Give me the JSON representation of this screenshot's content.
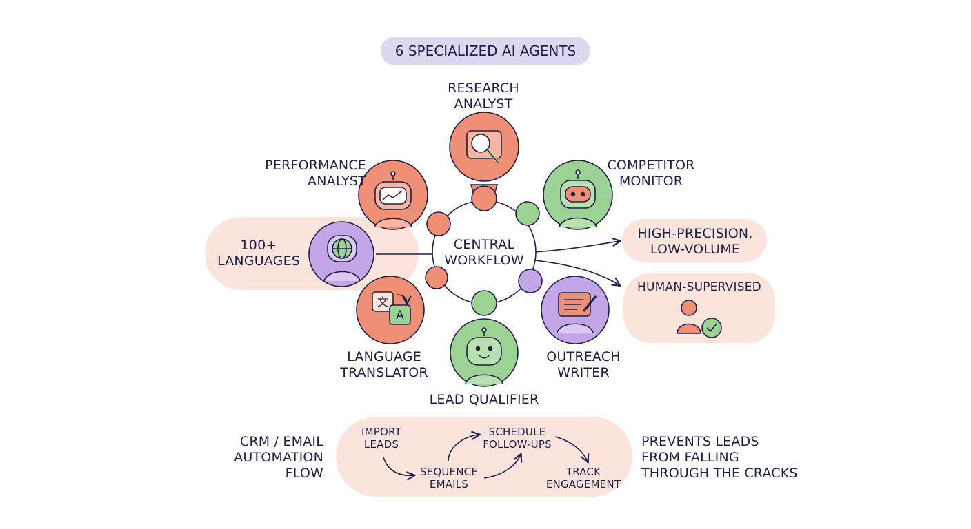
{
  "title": "6 SPECIALIZED AI AGENTS",
  "center": {
    "line1": "CENTRAL",
    "line2": "WORKFLOW"
  },
  "agents": {
    "research": {
      "line1": "RESEARCH",
      "line2": "ANALYST",
      "icon": "magnifier-icon",
      "color": "#ef8f75"
    },
    "competitor": {
      "line1": "COMPETITOR",
      "line2": "MONITOR",
      "icon": "robot-icon",
      "color": "#9dd295"
    },
    "performance": {
      "line1": "PERFORMANCE",
      "line2": "ANALYST",
      "icon": "trend-robot-icon",
      "color": "#ef8f75"
    },
    "language": {
      "line1": "LANGUAGE",
      "line2": "TRANSLATOR",
      "icon": "translate-icon",
      "color": "#ef8f75"
    },
    "lead": {
      "line1": "LEAD QUALIFIER",
      "icon": "smile-robot-icon",
      "color": "#9dd295"
    },
    "outreach": {
      "line1": "OUTREACH",
      "line2": "WRITER",
      "icon": "writing-icon",
      "color": "#c3a6e8"
    }
  },
  "languages_box": {
    "line1": "100+",
    "line2": "LANGUAGES",
    "icon": "globe-icon"
  },
  "outputs": {
    "precision": {
      "line1": "HIGH-PRECISION,",
      "line2": "LOW-VOLUME"
    },
    "supervised": {
      "line1": "HUMAN-SUPERVISED",
      "icon": "person-check-icon"
    }
  },
  "crm": {
    "label": {
      "line1": "CRM / EMAIL",
      "line2": "AUTOMATION",
      "line3": "FLOW"
    },
    "steps": {
      "import": {
        "line1": "IMPORT",
        "line2": "LEADS"
      },
      "sequence": {
        "line1": "SEQUENCE",
        "line2": "EMAILS"
      },
      "schedule": {
        "line1": "SCHEDULE",
        "line2": "FOLLOW-UPS"
      },
      "track": {
        "line1": "TRACK",
        "line2": "ENGAGEMENT"
      }
    },
    "note": {
      "line1": "PREVENTS LEADS",
      "line2": "FROM FALLING",
      "line3": "THROUGH THE CRACKS"
    }
  },
  "colors": {
    "coral": "#ef8f75",
    "green": "#9dd295",
    "lavender": "#c3a6e8",
    "peach_bg": "#fbe4dc",
    "title_bg": "#dcd8f0",
    "ink": "#1f2147"
  }
}
